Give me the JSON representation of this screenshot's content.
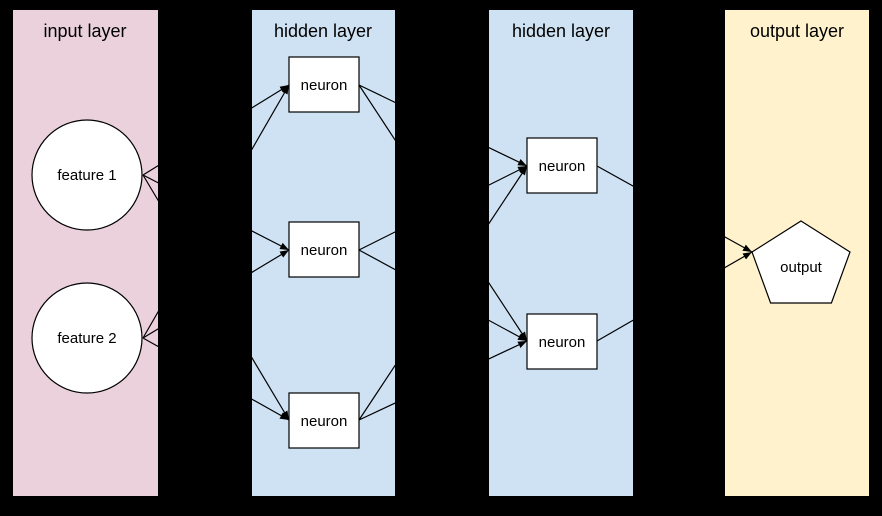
{
  "diagram": {
    "background_color": "#000000",
    "edge_color": "#000000",
    "node_fill": "#ffffff",
    "node_border": "#000000"
  },
  "layers": [
    {
      "title": "input layer",
      "color": "#ead1dc",
      "nodes": [
        {
          "id": "feature-1",
          "label": "feature 1",
          "shape": "circle"
        },
        {
          "id": "feature-2",
          "label": "feature 2",
          "shape": "circle"
        }
      ]
    },
    {
      "title": "hidden layer",
      "color": "#cfe2f3",
      "nodes": [
        {
          "id": "h1-neuron-1",
          "label": "neuron",
          "shape": "rect"
        },
        {
          "id": "h1-neuron-2",
          "label": "neuron",
          "shape": "rect"
        },
        {
          "id": "h1-neuron-3",
          "label": "neuron",
          "shape": "rect"
        }
      ]
    },
    {
      "title": "hidden layer",
      "color": "#cfe2f3",
      "nodes": [
        {
          "id": "h2-neuron-1",
          "label": "neuron",
          "shape": "rect"
        },
        {
          "id": "h2-neuron-2",
          "label": "neuron",
          "shape": "rect"
        }
      ]
    },
    {
      "title": "output layer",
      "color": "#fff2cc",
      "nodes": [
        {
          "id": "output",
          "label": "output",
          "shape": "pentagon"
        }
      ]
    }
  ],
  "edges": [
    {
      "from": "feature-1",
      "to": "h1-neuron-1"
    },
    {
      "from": "feature-1",
      "to": "h1-neuron-2"
    },
    {
      "from": "feature-1",
      "to": "h1-neuron-3"
    },
    {
      "from": "feature-2",
      "to": "h1-neuron-1"
    },
    {
      "from": "feature-2",
      "to": "h1-neuron-2"
    },
    {
      "from": "feature-2",
      "to": "h1-neuron-3"
    },
    {
      "from": "h1-neuron-1",
      "to": "h2-neuron-1"
    },
    {
      "from": "h1-neuron-1",
      "to": "h2-neuron-2"
    },
    {
      "from": "h1-neuron-2",
      "to": "h2-neuron-1"
    },
    {
      "from": "h1-neuron-2",
      "to": "h2-neuron-2"
    },
    {
      "from": "h1-neuron-3",
      "to": "h2-neuron-1"
    },
    {
      "from": "h1-neuron-3",
      "to": "h2-neuron-2"
    },
    {
      "from": "h2-neuron-1",
      "to": "output"
    },
    {
      "from": "h2-neuron-2",
      "to": "output"
    }
  ]
}
